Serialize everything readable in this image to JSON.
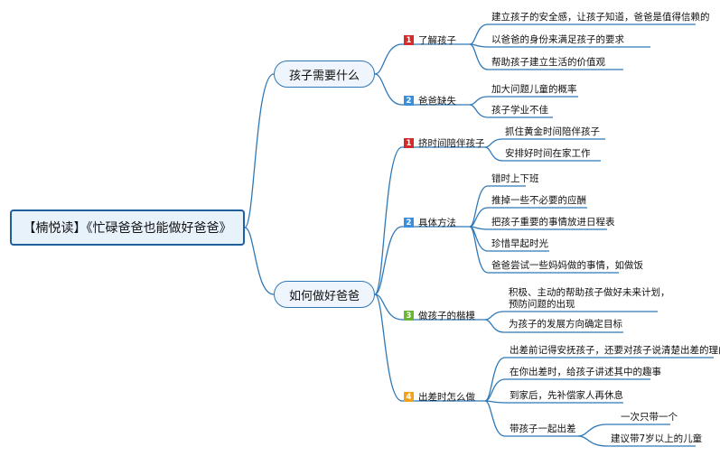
{
  "root": "【楠悦读】《忙碌爸爸也能做好爸爸》",
  "branches": [
    {
      "label": "孩子需要什么",
      "subs": [
        {
          "num": "1",
          "color": "#d42a2a",
          "label": "了解孩子",
          "leaves": [
            "建立孩子的安全感，让孩子知道，爸爸是值得信赖的",
            "以爸爸的身份来满足孩子的要求",
            "帮助孩子建立生活的价值观"
          ]
        },
        {
          "num": "2",
          "color": "#3a8fdc",
          "label": "爸爸缺失",
          "leaves": [
            "加大问题儿童的概率",
            "孩子学业不佳"
          ]
        }
      ]
    },
    {
      "label": "如何做好爸爸",
      "subs": [
        {
          "num": "1",
          "color": "#d42a2a",
          "label": "挤时间陪伴孩子",
          "leaves": [
            "抓住黄金时间陪伴孩子",
            "安排好时间在家工作"
          ]
        },
        {
          "num": "2",
          "color": "#3a8fdc",
          "label": "具体方法",
          "leaves": [
            "错时上下班",
            "推掉一些不必要的应酬",
            "把孩子重要的事情放进日程表",
            "珍惜早起时光",
            "爸爸尝试一些妈妈做的事情，如做饭"
          ]
        },
        {
          "num": "3",
          "color": "#6ab534",
          "label": "做孩子的楷模",
          "leaves": [
            "积极、主动的帮助孩子做好未来计划，",
            "预防问题的出现",
            "为孩子的发展方向确定目标"
          ]
        },
        {
          "num": "4",
          "color": "#f0a21d",
          "label": "出差时怎么做",
          "leaves": [
            "出差前记得安抚孩子，还要对孩子说清楚出差的理由",
            "在你出差时，给孩子讲述其中的趣事",
            "到家后，先补偿家人再休息",
            "带孩子一起出差"
          ],
          "subleaves": [
            "一次只带一个",
            "建议带7岁以上的儿童"
          ]
        }
      ]
    }
  ]
}
